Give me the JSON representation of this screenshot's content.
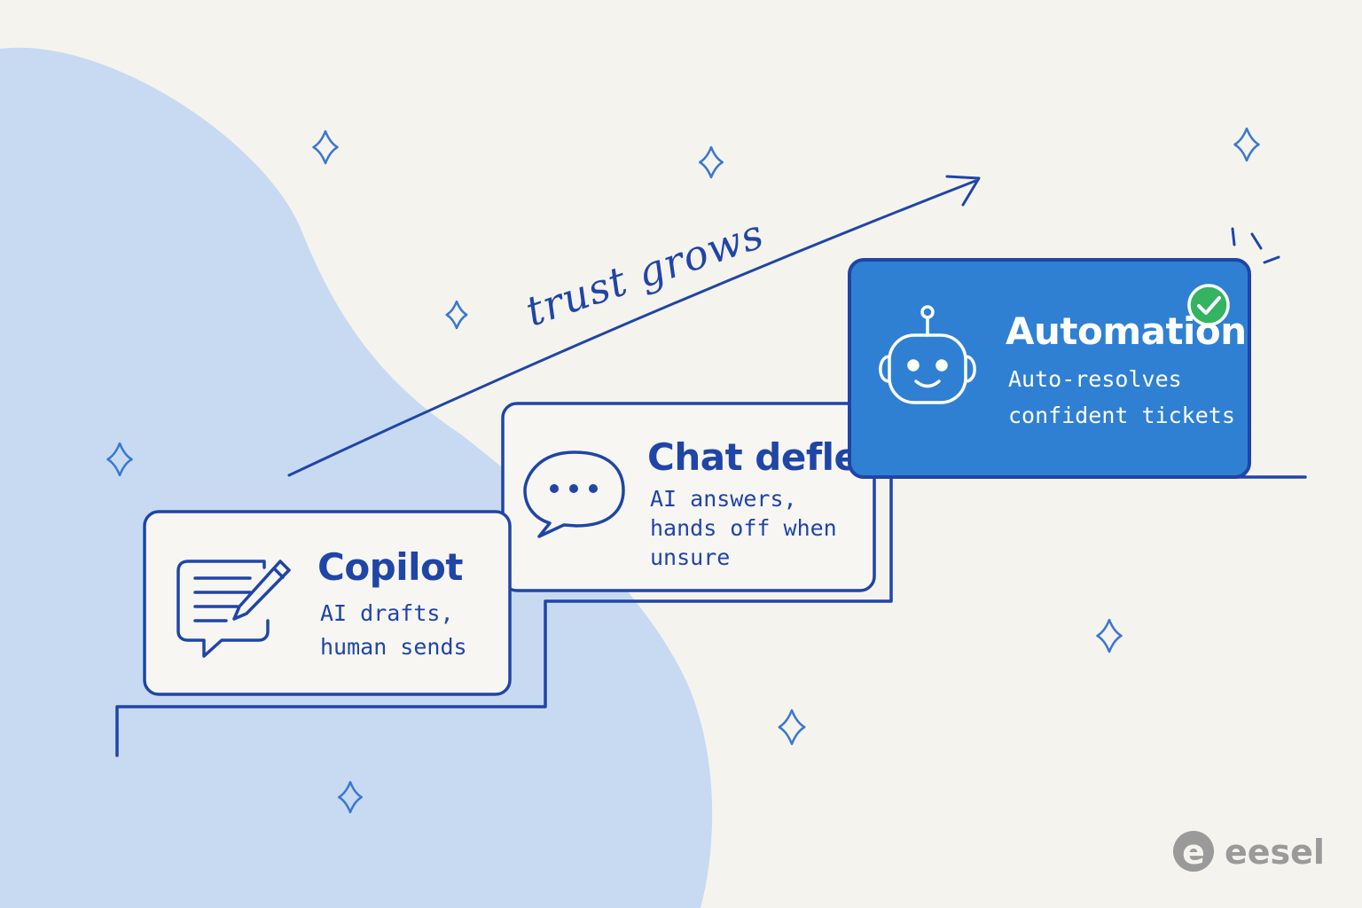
{
  "colors": {
    "background": "#f5f3ee",
    "blob": "#c7daf2",
    "ink": "#1f45a6",
    "accent_fill": "#2f80d3",
    "sparkle": "#3a78d0",
    "check": "#34b363",
    "brand_gray": "#9a9a9a"
  },
  "arrow": {
    "label": "trust grows"
  },
  "steps": [
    {
      "id": "copilot",
      "title": "Copilot",
      "description": [
        "AI drafts,",
        "human sends"
      ],
      "icon": "edit-message-icon"
    },
    {
      "id": "chat-deflection",
      "title": "Chat deflection",
      "description": [
        "AI answers,",
        "hands off when",
        "unsure"
      ],
      "icon": "chat-bubble-icon"
    },
    {
      "id": "automation",
      "title": "Automation",
      "description": [
        "Auto-resolves",
        "confident tickets"
      ],
      "icon": "robot-icon",
      "badge_icon": "check-circle-icon"
    }
  ],
  "brand": {
    "name": "eesel",
    "logo_letter": "e"
  }
}
